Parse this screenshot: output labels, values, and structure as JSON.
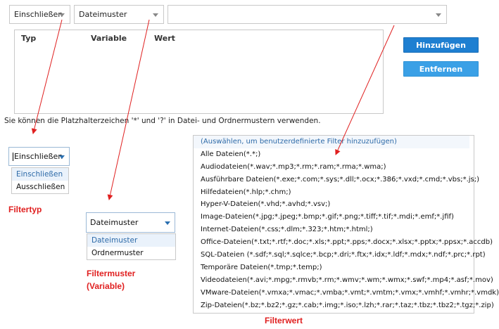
{
  "top_bar": {
    "filter_type_value": "Einschließen",
    "variable_value": "Dateimuster",
    "value_input": ""
  },
  "table": {
    "columns": [
      "Typ",
      "Variable",
      "Wert"
    ]
  },
  "buttons": {
    "add_label": "Hinzufügen",
    "remove_label": "Entfernen"
  },
  "hint_text": "Sie können die Platzhalterzeichen '*' und '?' in Datei- und Ordnermustern verwenden.",
  "filter_type_dropdown": {
    "value": "Einschließen",
    "options": [
      "Einschließen",
      "Ausschließen"
    ],
    "selected_index": 0,
    "label": "Filtertyp"
  },
  "filter_pattern_dropdown": {
    "value": "Dateimuster",
    "options": [
      "Dateimuster",
      "Ordnermuster"
    ],
    "selected_index": 0,
    "label_line1": "Filtermuster",
    "label_line2": "(Variable)"
  },
  "filter_value_list": {
    "label": "Filterwert",
    "header": "(Auswählen, um benutzerdefinierte Filter hinzuzufügen)",
    "options": [
      "Alle Dateien(*.*;)",
      "Audiodateien(*.wav;*.mp3;*.rm;*.ram;*.rma;*.wma;)",
      "Ausführbare Dateien(*.exe;*.com;*.sys;*.dll;*.ocx;*.386;*.vxd;*.cmd;*.vbs;*.js;)",
      "Hilfedateien(*.hlp;*.chm;)",
      "Hyper-V-Dateien(*.vhd;*.avhd;*.vsv;)",
      "Image-Dateien(*.jpg;*.jpeg;*.bmp;*.gif;*.png;*.tiff;*.tif;*.mdi;*.emf;*.jfif)",
      "Internet-Dateien(*.css;*.dlm;*.323;*.htm;*.html;)",
      "Office-Dateien(*.txt;*.rtf;*.doc;*.xls;*.ppt;*.pps;*.docx;*.xlsx;*.pptx;*.ppsx;*.accdb)",
      "SQL-Dateien (*.sdf;*.sql;*.sqlce;*.bcp;*.dri;*.ftx;*.idx;*.ldf;*.mdx;*.ndf;*.prc;*.rpt)",
      "Temporäre Dateien(*.tmp;*.temp;)",
      "Videodateien(*.avi;*.mpg;*.rmvb;*.rm;*.wmv;*.wm;*.wmx;*.swf;*.mp4;*.asf;*.mov)",
      "VMware-Dateien(*.vmxa;*.vmac;*.vmba;*.vmt;*.vmtm;*.vmx;*.vmhf;*.vmhr;*.vmdk)",
      "Zip-Dateien(*.bz;*.bz2;*.gz;*.cab;*.img;*.iso;*.lzh;*.rar;*.taz;*.tbz;*.tbz2;*.tgz;*.zip)"
    ]
  },
  "colors": {
    "accent_blue": "#1e7fd1",
    "annotation_red": "#e02020"
  }
}
